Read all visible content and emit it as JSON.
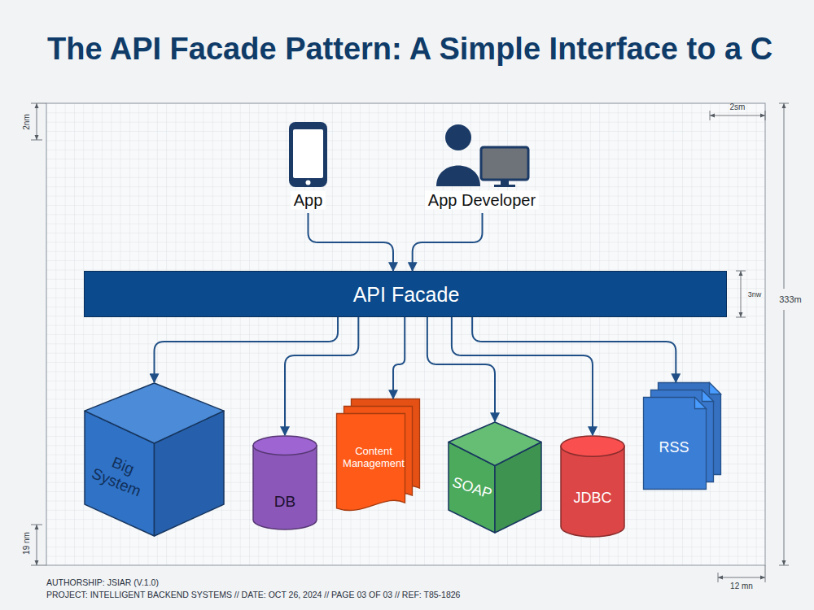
{
  "diagram": {
    "title": "The API Facade Pattern: A Simple Interface to a C",
    "nodes": [
      {
        "text": [
          "App"
        ]
      },
      {
        "text": [
          "App Developer"
        ]
      },
      {
        "text": [
          "API Facade"
        ]
      },
      {
        "text": [
          "Big System"
        ]
      },
      {
        "text": [
          "DB"
        ]
      },
      {
        "text": [
          "Content Management"
        ]
      },
      {
        "text": [
          "SOAP"
        ]
      },
      {
        "text": [
          "JDBC"
        ]
      },
      {
        "text": [
          "RSS"
        ]
      }
    ],
    "edges": [
      {
        "from": 0,
        "to": 2,
        "arrow": "to"
      },
      {
        "from": 1,
        "to": 2,
        "arrow": "to"
      },
      {
        "from": 2,
        "to": 3,
        "arrow": "to"
      },
      {
        "from": 2,
        "to": 4,
        "arrow": "to"
      },
      {
        "from": 2,
        "to": 5,
        "arrow": "to"
      },
      {
        "from": 2,
        "to": 6,
        "arrow": "to"
      },
      {
        "from": 2,
        "to": 7,
        "arrow": "to"
      },
      {
        "from": 2,
        "to": 8,
        "arrow": "to"
      }
    ],
    "labels": [
      "2sm",
      "2nm",
      "3nw",
      "333m",
      "19 nm",
      "12 mn",
      "AUTHORSHIP: JSIAR (V.1.0)",
      "PROJECT: INTELLIGENT BACKEND SYSTEMS // DATE: OCT 26, 2024 // PAGE 03 OF 03 // REF: T85-1826"
    ]
  }
}
